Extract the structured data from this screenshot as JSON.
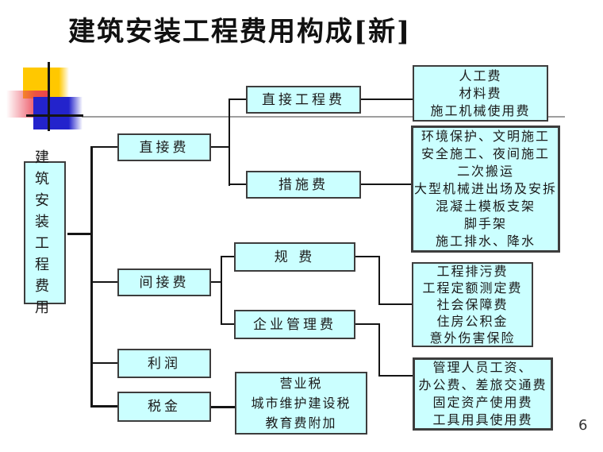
{
  "slide": {
    "title": "建筑安装工程费用构成[新]",
    "page_number": "6"
  },
  "colors": {
    "box_fill": "#cbffff",
    "box_border": "#3d3d3d",
    "connector": "#151515",
    "decoration_yellow": "#ffc800",
    "decoration_blue": "#2323cc",
    "decoration_pink": "#e93e50",
    "decoration_gray_line": "#9e9e9e",
    "background": "#ffffff"
  },
  "diagram": {
    "root": {
      "label": "建筑\n安装\n工程\n费用"
    },
    "level1": [
      {
        "label": "直接费",
        "parent": "建筑安装工程费用"
      },
      {
        "label": "间接费",
        "parent": "建筑安装工程费用"
      },
      {
        "label": "利润",
        "parent": "建筑安装工程费用"
      },
      {
        "label": "税金",
        "parent": "建筑安装工程费用"
      }
    ],
    "level2": [
      {
        "label": "直接工程费",
        "parent": "直接费"
      },
      {
        "label": "措施费",
        "parent": "直接费"
      },
      {
        "label": "规 费",
        "parent": "间接费"
      },
      {
        "label": "企业管理费",
        "parent": "间接费"
      },
      {
        "label": "营业税\n城市维护建设税\n教育费附加",
        "parent": "税金"
      }
    ],
    "details": [
      {
        "label": "人工费\n材料费\n施工机械使用费",
        "parent": "直接工程费"
      },
      {
        "label": "环境保护、文明施工\n安全施工、夜间施工\n二次搬运\n大型机械进出场及安拆\n混凝土模板支架\n脚手架\n施工排水、降水",
        "parent": "措施费"
      },
      {
        "label": "工程排污费\n工程定额测定费\n社会保障费\n住房公积金\n意外伤害保险",
        "parent": "规费"
      },
      {
        "label": "管理人员工资、\n办公费、差旅交通费\n固定资产使用费\n工具用具使用费",
        "parent": "企业管理费"
      }
    ]
  }
}
